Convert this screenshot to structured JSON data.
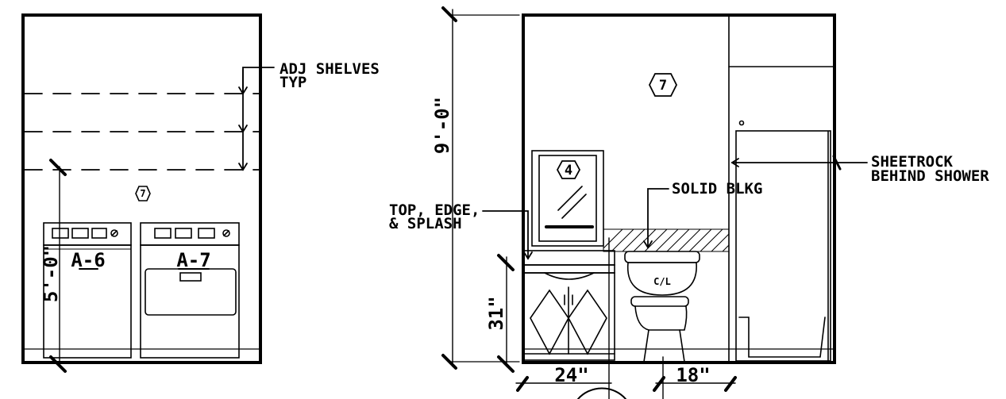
{
  "left_elevation": {
    "notes": {
      "adj_shelves": [
        "ADJ SHELVES",
        "TYP"
      ]
    },
    "dimension": "5'-0\"",
    "appliance_tags": {
      "washer": "A-6",
      "dryer": "A-7"
    },
    "finish_tag": "7"
  },
  "right_elevation": {
    "dimensions": {
      "height": "9'-0\"",
      "vanity_height": "31\"",
      "vanity_width": "24\"",
      "toilet_clearance": "18\""
    },
    "notes": {
      "solid_blocking": "SOLID BLKG",
      "top_edge_splash": [
        "TOP, EDGE,",
        "& SPLASH"
      ],
      "sheetrock": [
        "SHEETROCK",
        "BEHIND SHOWER"
      ]
    },
    "finish_tag": "7",
    "mirror_tag": "4",
    "toilet_label": "C/L"
  }
}
